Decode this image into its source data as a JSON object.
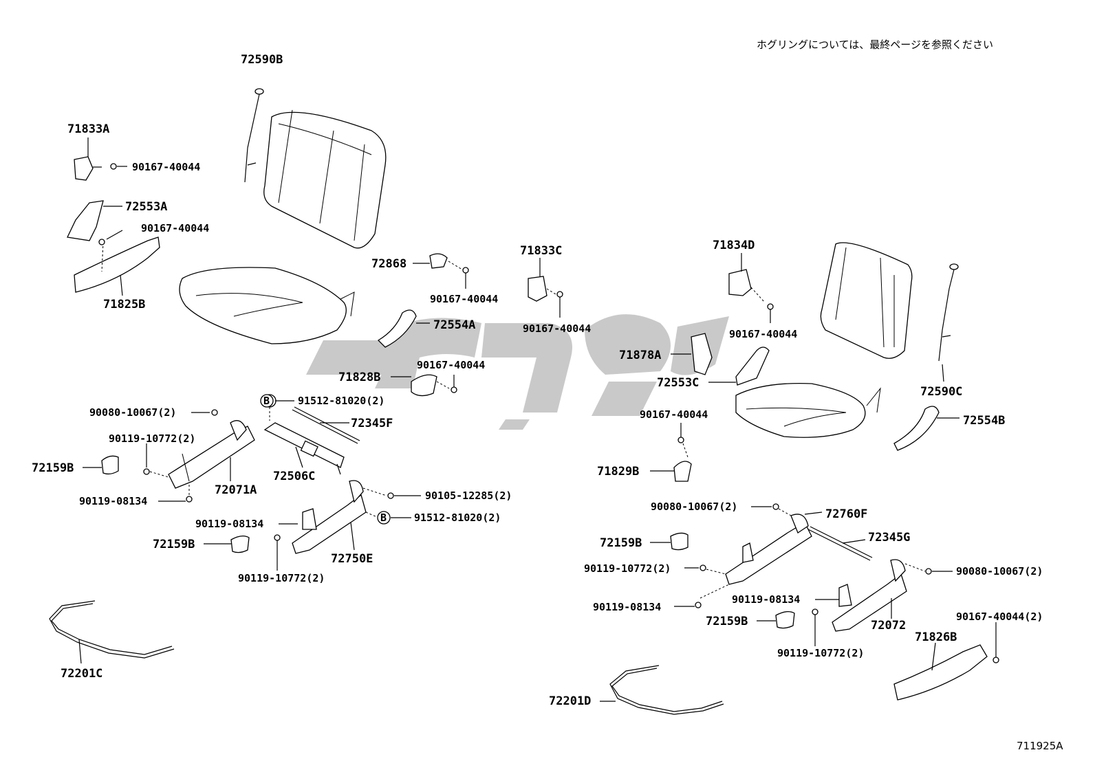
{
  "note": "ホグリングについては、最終ページを参照ください",
  "figure_number": "711925A",
  "callout_symbol": "B",
  "labels": {
    "p72590B": "72590B",
    "p71833A": "71833A",
    "p90167_a": "90167-40044",
    "p72553A": "72553A",
    "p90167_b": "90167-40044",
    "p71825B": "71825B",
    "p72868": "72868",
    "p90167_c": "90167-40044",
    "p71833C": "71833C",
    "p90167_d": "90167-40044",
    "p72554A": "72554A",
    "p90167_e": "90167-40044",
    "p71828B": "71828B",
    "p91512_a": "91512-81020(2)",
    "p90080_a": "90080-10067(2)",
    "p72345F": "72345F",
    "p90119_10772_a": "90119-10772(2)",
    "p72159B_a": "72159B",
    "p72071A": "72071A",
    "p72506C": "72506C",
    "p90119_08134_a": "90119-08134",
    "p90105": "90105-12285(2)",
    "p90119_08134_b": "90119-08134",
    "p91512_b": "91512-81020(2)",
    "p72159B_b": "72159B",
    "p72750E": "72750E",
    "p90119_10772_b": "90119-10772(2)",
    "p72201C": "72201C",
    "p71834D": "71834D",
    "p90167_f": "90167-40044",
    "p71878A": "71878A",
    "p72553C": "72553C",
    "p72590C": "72590C",
    "p90167_g": "90167-40044",
    "p72554B": "72554B",
    "p71829B": "71829B",
    "p90080_b": "90080-10067(2)",
    "p72760F": "72760F",
    "p72159B_c": "72159B",
    "p72345G": "72345G",
    "p90119_10772_c": "90119-10772(2)",
    "p90080_c": "90080-10067(2)",
    "p90119_08134_c": "90119-08134",
    "p90119_08134_d": "90119-08134",
    "p72159B_d": "72159B",
    "p72072": "72072",
    "p90167_h": "90167-40044(2)",
    "p71826B": "71826B",
    "p90119_10772_d": "90119-10772(2)",
    "p72201D": "72201D"
  },
  "colors": {
    "line": "#000000",
    "watermark": "#c9c9c9",
    "background": "#ffffff"
  }
}
